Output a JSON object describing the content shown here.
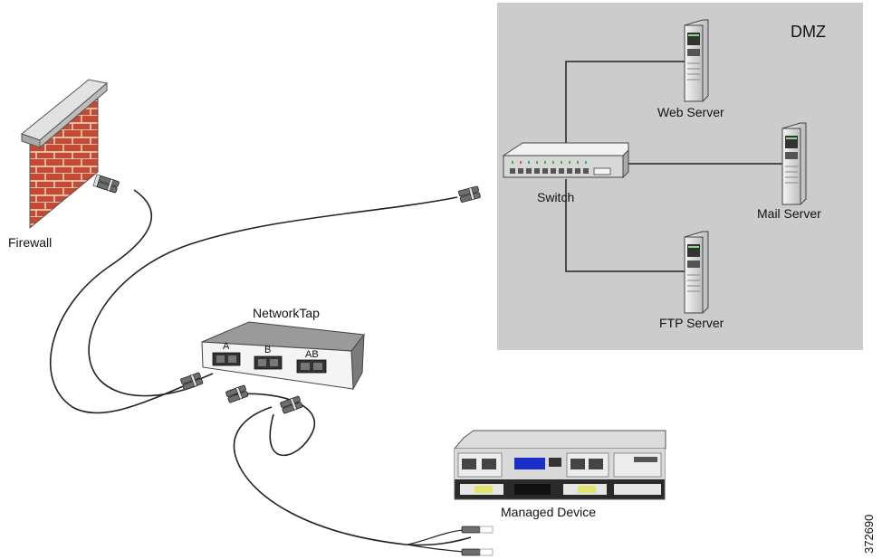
{
  "zone": {
    "label": "DMZ",
    "background": "#cccccc"
  },
  "labels": {
    "firewall": "Firewall",
    "switch": "Switch",
    "web_server": "Web Server",
    "mail_server": "Mail Server",
    "ftp_server": "FTP Server",
    "network_tap": "NetworkTap",
    "managed_device": "Managed Device"
  },
  "tap_ports": [
    "A",
    "B",
    "AB"
  ],
  "figure_id": "372690",
  "colors": {
    "brick": "#c44a32",
    "cable": "#222222",
    "server_face": "#e8e8e8"
  }
}
